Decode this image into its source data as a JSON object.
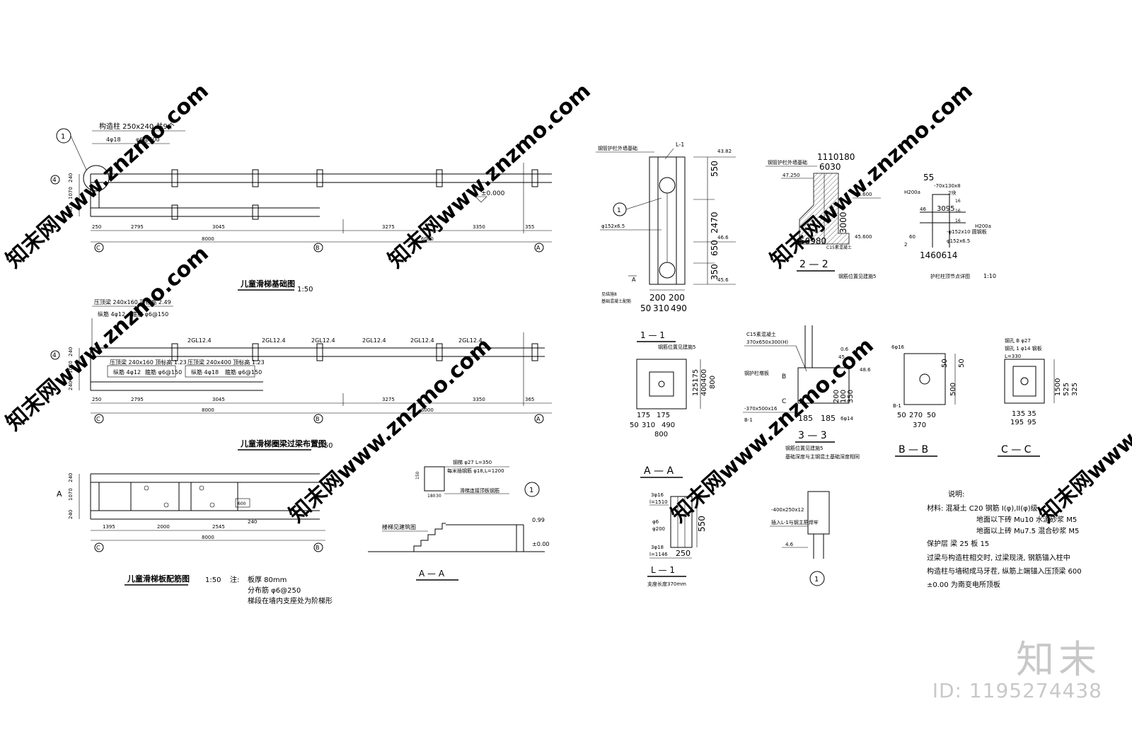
{
  "brand": "知末",
  "image_id": "ID: 1195274438",
  "watermark_text": "知末网www.znzmo.com",
  "foundation_plan": {
    "title": "儿童滑梯基础图",
    "scale": "1:50",
    "column_note": "构造柱 250x240 共9个",
    "column_rebar": "4φ18",
    "column_stirrup": "φ6@200",
    "grid_1": "1",
    "axis_4": "4",
    "axes": [
      "C",
      "B",
      "A"
    ],
    "level": "±0.000",
    "dims_top": [
      "250",
      "2795",
      "3045",
      "3275",
      "3350",
      "355"
    ],
    "dims_total": [
      "8000",
      "6000"
    ],
    "dims_side": [
      "240",
      "1070",
      "240"
    ]
  },
  "beam_plan": {
    "title": "儿童滑梯圈梁过梁布置图",
    "scale": "1:50",
    "ring_beam": "压顶梁 240x160 顶标高 2.49",
    "ring_rebar": "纵筋 4φ12",
    "ring_stirrup": "箍筋 φ6@150",
    "beam_labels": [
      "2GL12.4",
      "2GL12.4",
      "2GL12.4",
      "2GL12.4",
      "2GL12.4",
      "2GL12.4"
    ],
    "beam_a": "压顶梁 240x160 顶标高 1.23",
    "beam_a_rebar": "纵筋 4φ12",
    "beam_a_stirrup": "箍筋 φ6@150",
    "beam_b": "压顶梁 240x400 顶标高 1.23",
    "beam_b_rebar": "纵筋 4φ18",
    "beam_b_stirrup": "箍筋 φ6@150",
    "axis_4": "4",
    "axes": [
      "C",
      "B",
      "A"
    ],
    "dims_top": [
      "250",
      "2795",
      "3045",
      "3275",
      "3350",
      "365"
    ],
    "dims_total": [
      "8000",
      "6000"
    ],
    "dims_side": [
      "240",
      "1070",
      "240"
    ]
  },
  "slab_plan": {
    "title": "儿童滑梯板配筋图",
    "scale": "1:50",
    "note_label": "注:",
    "note_1": "板厚 80mm",
    "note_2": "分布筋 φ6@250",
    "note_3": "梯段在墙内支座处为阶梯形",
    "axis_a": "A",
    "axes": [
      "C",
      "B"
    ],
    "dims_bottom": [
      "1395",
      "2000",
      "2545",
      "240"
    ],
    "dims_total": "8000",
    "dims_side": [
      "240",
      "1070",
      "240"
    ],
    "dim_600": "600"
  },
  "detail_small": {
    "label_1": "钢梯 φ27 L=350",
    "label_2": "每米插钢筋 φ18,L=1200",
    "label_3": "滑梯连接顶板钢筋",
    "dims": [
      "150",
      "180",
      "30"
    ],
    "circle": "1"
  },
  "section_aa_left": {
    "title": "A — A",
    "label": "楼梯见建筑图",
    "level_top": "0.99",
    "level_bottom": "±0.00"
  },
  "section_11": {
    "title": "1 — 1",
    "subtitle": "钢筋位置见建施5",
    "label_pipe": "钢管护栏外墙基础",
    "label_l1": "L-1",
    "pipe_spec": "φ152x6.5",
    "label_bottom_1": "见结施8",
    "label_bottom_2": "基础混凝土配筋",
    "section_mark": "A",
    "circle": "1",
    "dims_right": [
      "43.82",
      "550",
      "2470",
      "650",
      "350",
      "46.6",
      "45.6"
    ],
    "dims_bottom": [
      "200",
      "200",
      "50",
      "310",
      "490"
    ]
  },
  "section_22": {
    "title": "2 — 2",
    "subtitle": "钢筋位置见建施5",
    "label": "钢管护栏外墙基础",
    "level_1": "47.250",
    "level_2": "48.600",
    "level_3": "45.600",
    "note": "C15素混凝土",
    "dims": [
      "1110180",
      "6030",
      "50980",
      "3000"
    ]
  },
  "node_detail": {
    "title": "护栏柱顶节点详图",
    "scale": "1:10",
    "plate": "-70x130x8",
    "count": "2块",
    "h200a_1": "H200a",
    "h200a_2": "H200a",
    "rib": "-φ152x10 圆钢板",
    "pipe": "φ152x6.5",
    "dim_55": "55",
    "dims": [
      "1460614",
      "60",
      "2",
      "16",
      "16",
      "16",
      "3095",
      "46"
    ]
  },
  "section_aa_right": {
    "title": "A — A",
    "dims_side": [
      "125175",
      "400400",
      "800"
    ],
    "dims_bottom": [
      "175",
      "175",
      "50",
      "310",
      "490",
      "800"
    ]
  },
  "section_33": {
    "title": "3 — 3",
    "label_c15": "C15素混凝土",
    "label_size": "370x650x300(H)",
    "label_plate": "钢护栏墩板",
    "label_b": "B",
    "label_c": "C",
    "plate": "-370x500x16",
    "mark_b1": "B-1",
    "rebar": "6φ14",
    "dims_top": [
      "45",
      "0.6",
      "48.6"
    ],
    "dims_right": [
      "200",
      "100",
      "350"
    ],
    "dims_bottom": [
      "185",
      "185"
    ],
    "subtitle_1": "钢筋位置见建施5",
    "subtitle_2": "基础深度与主钢混土基础深度相同"
  },
  "section_bb": {
    "title": "B — B",
    "rebar": "6φ16",
    "mark": "B-1",
    "dims_right": [
      "50",
      "500",
      "50"
    ],
    "dims_bottom": [
      "50",
      "270",
      "50",
      "370"
    ]
  },
  "section_cc": {
    "title": "C — C",
    "label_1": "钢孔 B φ27",
    "label_2": "钢孔 1 φ14 钢板",
    "label_3": "L=330",
    "dims_right": [
      "1500",
      "525",
      "325"
    ],
    "dims_bottom": [
      "135",
      "35",
      "195",
      "95"
    ]
  },
  "section_l1": {
    "title": "L — 1",
    "subtitle": "支座长度370mm",
    "top_bar": "3φ16",
    "top_i": "l=1510",
    "stirrup": "φ6",
    "stirrup_2": "φ200",
    "bottom_bar": "3φ18",
    "bottom_i": "l=1146",
    "dim": "550",
    "dim_250": "250"
  },
  "detail_1": {
    "plate": "-400x250x12",
    "label": "插入L-1与钢主筋焊牢",
    "level": "4.6",
    "circle": "1"
  },
  "notes": {
    "title": "说明:",
    "material": "材料: 混凝土 C20    钢筋 I(φ),II(φ)级",
    "brick_1": "地面以下砖 Mu10 水泥砂浆 M5",
    "brick_2": "地面以上砖 Mu7.5 混合砂浆 M5",
    "cover": "保护层  梁 25    板 15",
    "line_1": "过梁与构造柱相交时, 过梁现浇, 钢筋锚入柱中",
    "line_2": "构造柱与墙砌成马牙茬, 纵筋上端锚入压顶梁 600",
    "line_3": "±0.00  为南变电所顶板"
  }
}
